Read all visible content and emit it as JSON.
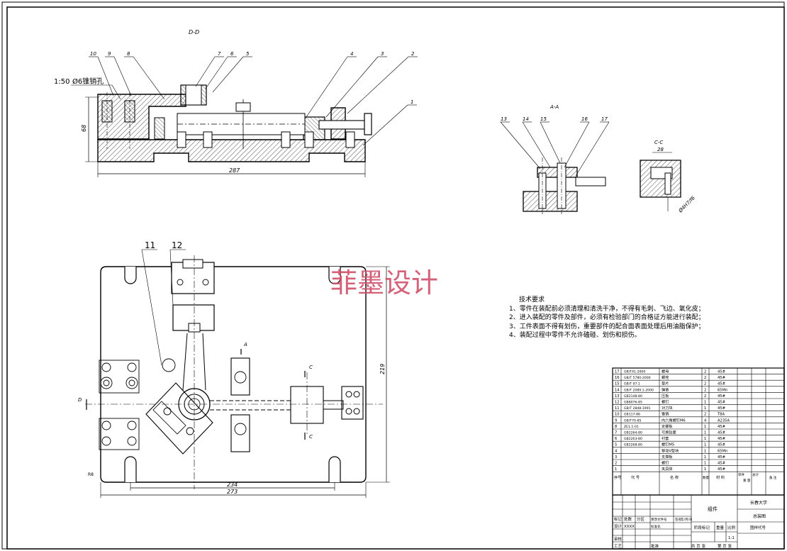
{
  "watermark": "菲墨设计",
  "views": {
    "section_dd": "D-D",
    "section_aa": "A-A",
    "section_cc": "C-C",
    "cut_a": "A",
    "cut_c": "C",
    "cut_d": "D"
  },
  "dimensions": {
    "top_height": "68",
    "top_length": "287",
    "top_scale_note": "1:50",
    "top_pin_note": "Ø6锥销孔",
    "plan_height": "219",
    "plan_inner_width": "234",
    "plan_outer_width": "273",
    "cc_width": "28",
    "cc_hole": "Ø4H7/f6",
    "plan_bottom_left": "R8"
  },
  "balloons": {
    "top": [
      "10",
      "9",
      "8",
      "7",
      "6",
      "5",
      "4",
      "3",
      "2",
      "1"
    ],
    "aa": [
      "13",
      "14",
      "15",
      "16",
      "17"
    ],
    "plan": [
      "11",
      "12"
    ]
  },
  "tech_notes": {
    "title": "技术要求",
    "items": [
      "1、零件在装配前必须清理和清洗干净，不得有毛刺、飞边、氧化皮；",
      "2、进入装配的零件及部件，必须有检验部门的合格证方能进行装配；",
      "3、工件表面不得有划伤，重要部件的配合面表面处理后用油脂保护；",
      "4、装配过程中零件不允许磕碰、划伤和损伤。"
    ]
  },
  "bom": [
    {
      "no": "17",
      "code": "GB/T41-2000",
      "name": "螺母",
      "qty": "2",
      "mat": "45#"
    },
    {
      "no": "16",
      "code": "GB/T 5780-2000",
      "name": "螺栓",
      "qty": "2",
      "mat": "45#"
    },
    {
      "no": "15",
      "code": "GB/T 97.1",
      "name": "垫片",
      "qty": "2",
      "mat": "45#"
    },
    {
      "no": "14",
      "code": "GB/T 2089.1-2000",
      "name": "弹簧",
      "qty": "2",
      "mat": "65Mn"
    },
    {
      "no": "13",
      "code": "GB2148-80",
      "name": "压板",
      "qty": "2",
      "mat": "45#"
    },
    {
      "no": "12",
      "code": "GB8076-85",
      "name": "螺钉",
      "qty": "1",
      "mat": "45#"
    },
    {
      "no": "11",
      "code": "GB/T 2848-1991",
      "name": "对刀块",
      "qty": "1",
      "mat": "45#"
    },
    {
      "no": "10",
      "code": "GB117-86",
      "name": "锥销",
      "qty": "2",
      "mat": "T8A"
    },
    {
      "no": "9",
      "code": "GB/T70-85",
      "name": "内六角螺钉M6",
      "qty": "4",
      "mat": "A235A"
    },
    {
      "no": "8",
      "code": "ZE1.1-01",
      "name": "定螺板",
      "qty": "1",
      "mat": "45#"
    },
    {
      "no": "7",
      "code": "GB2264-80",
      "name": "可换钻套",
      "qty": "1",
      "mat": "45#"
    },
    {
      "no": "6",
      "code": "GB2263-80",
      "name": "衬套",
      "qty": "1",
      "mat": "45#"
    },
    {
      "no": "5",
      "code": "GB2268-80",
      "name": "螺钉M5",
      "qty": "1",
      "mat": "45#"
    },
    {
      "no": "4",
      "code": "",
      "name": "移动V型块",
      "qty": "1",
      "mat": "65Mn"
    },
    {
      "no": "3",
      "code": "",
      "name": "支撑板",
      "qty": "1",
      "mat": "45#"
    },
    {
      "no": "2",
      "code": "",
      "name": "螺钉",
      "qty": "1",
      "mat": "45#"
    },
    {
      "no": "1",
      "code": "",
      "name": "夹具体",
      "qty": "1",
      "mat": "45#"
    }
  ],
  "bom_header": {
    "no": "序号",
    "code": "代  号",
    "name": "名  称",
    "qty": "数量",
    "mat": "材  料",
    "unit_weight": "单件",
    "total_weight": "总计",
    "weight": "重  量",
    "remark": "备  注"
  },
  "title_block": {
    "part_name": "组件",
    "school": "长春大学",
    "drawing_type": "总装图",
    "stage_mark": "阶段标记",
    "weight": "重量",
    "scale": "比例",
    "scale_value": "1:1",
    "drawing_no_label": "图样代号",
    "designer": "设计",
    "design_date": "XXXX",
    "standardization": "标准化",
    "checker": "审核",
    "process": "工艺",
    "approve": "批准",
    "rev_mark": "标记",
    "rev_count": "处数",
    "rev_area": "分区",
    "rev_doc": "更改文件号",
    "rev_sign": "签名",
    "rev_date": "年/月/日",
    "sheets": "共 页 张",
    "sheet_no": "第 页 张"
  }
}
